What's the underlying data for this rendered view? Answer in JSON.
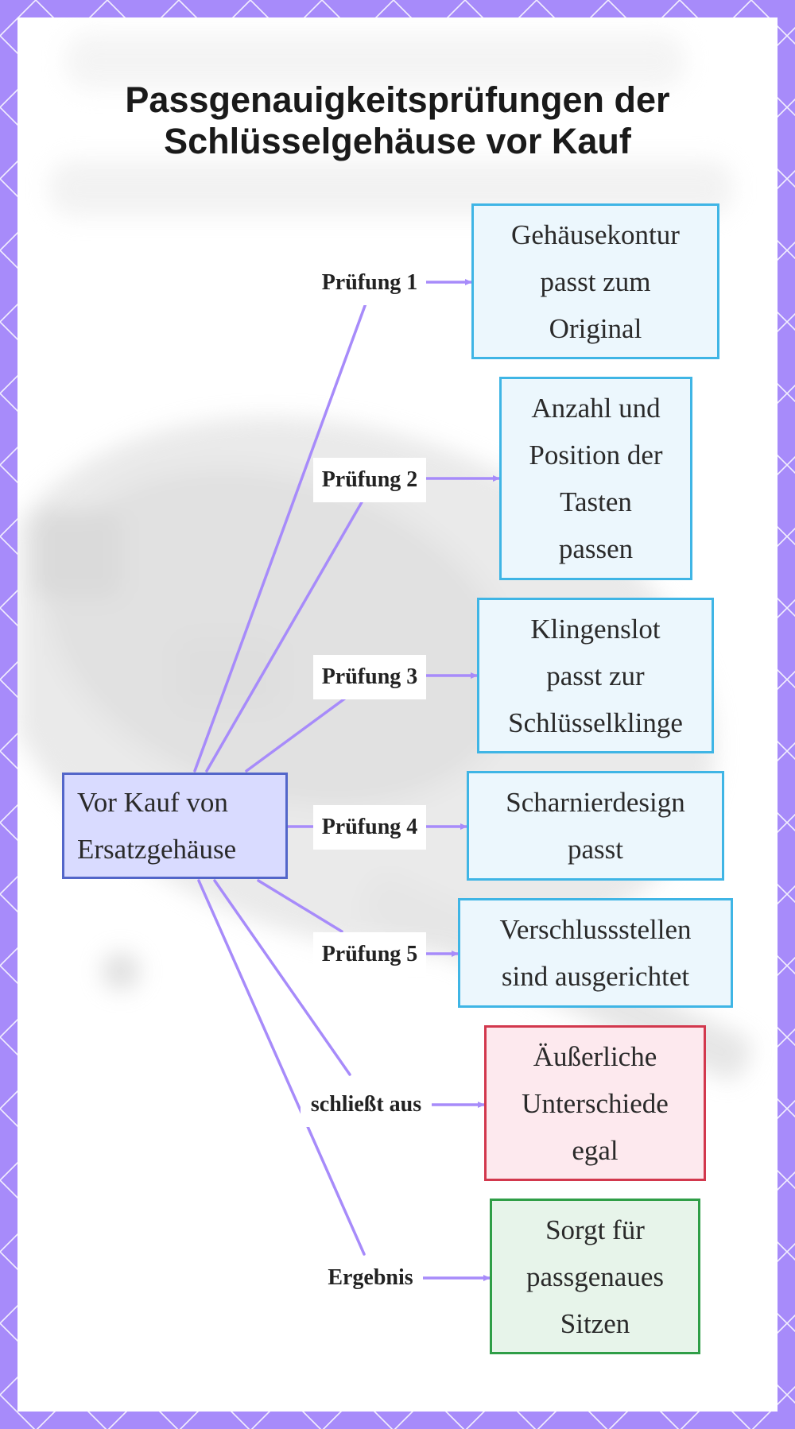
{
  "title": {
    "line1": "Passgenauigkeitsprüfungen der",
    "line2": "Schlüsselgehäuse vor Kauf"
  },
  "root": {
    "line1": "Vor Kauf von",
    "line2": "Ersatzgehäuse"
  },
  "edges": [
    {
      "label": "Prüfung 1",
      "target": "Gehäusekontur passt zum Original"
    },
    {
      "label": "Prüfung 2",
      "target": "Anzahl und Position der Tasten passen"
    },
    {
      "label": "Prüfung 3",
      "target": "Klingenslot passt zur Schlüsselklinge"
    },
    {
      "label": "Prüfung 4",
      "target": "Scharnierdesign passt"
    },
    {
      "label": "Prüfung 5",
      "target": "Verschlussstellen sind ausgerichtet"
    },
    {
      "label": "schließt aus",
      "target": "Äußerliche Unterschiede egal"
    },
    {
      "label": "Ergebnis",
      "target": "Sorgt für passgenaues Sitzen"
    }
  ],
  "nodes": {
    "check1": [
      "Gehäusekontur",
      "passt zum",
      "Original"
    ],
    "check2": [
      "Anzahl und",
      "Position der",
      "Tasten",
      "passen"
    ],
    "check3": [
      "Klingenslot",
      "passt zur",
      "Schlüsselklinge"
    ],
    "check4": [
      "Scharnierdesign",
      "passt"
    ],
    "check5": [
      "Verschlussstellen",
      "sind ausgerichtet"
    ],
    "exclude": [
      "Äußerliche",
      "Unterschiede",
      "egal"
    ],
    "result": [
      "Sorgt für",
      "passgenaues",
      "Sitzen"
    ]
  },
  "colors": {
    "frame": "#a78bfa",
    "connector": "#a78bfa",
    "check_border": "#3fb5e5",
    "check_fill": "#ecf7fd",
    "exclude_border": "#d2384d",
    "exclude_fill": "#fde9ee",
    "result_border": "#2f9e47",
    "result_fill": "#e7f4ea",
    "root_border": "#5366c9",
    "root_fill": "#d9dbff"
  }
}
